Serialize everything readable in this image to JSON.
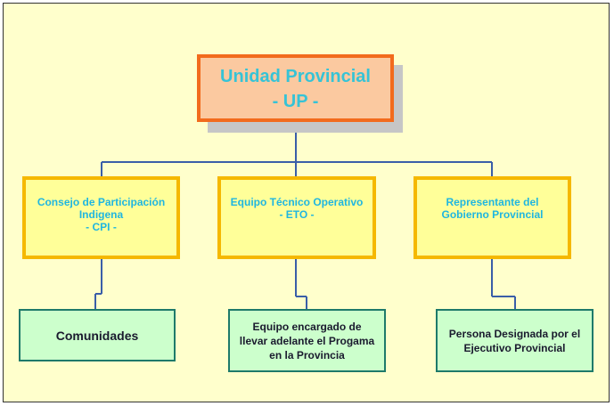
{
  "top_unit": {
    "label": "Unidad Provincial\n- UP -"
  },
  "middle_units": [
    {
      "label": "Consejo de Participación\nIndigena\n- CPI -"
    },
    {
      "label": "Equipo Técnico Operativo\n- ETO -"
    },
    {
      "label": "Representante del\nGobierno Provincial"
    }
  ],
  "bottom_units": [
    {
      "label": "Comunidades"
    },
    {
      "label": "Equipo encargado de\nllevar adelante el Progama\nen la Provincia"
    },
    {
      "label": "Persona Designada por el\nEjecutivo Provincial"
    }
  ],
  "colors": {
    "background": "#ffffcc",
    "top_fill": "#fbc9a0",
    "top_border": "#f26b1d",
    "top_text": "#36c3d6",
    "middle_fill": "#ffff99",
    "middle_border": "#f5b800",
    "middle_text": "#1fb6e0",
    "bottom_fill": "#ccffcc",
    "bottom_border": "#1e7a6a",
    "connector": "#3a5ea8"
  }
}
